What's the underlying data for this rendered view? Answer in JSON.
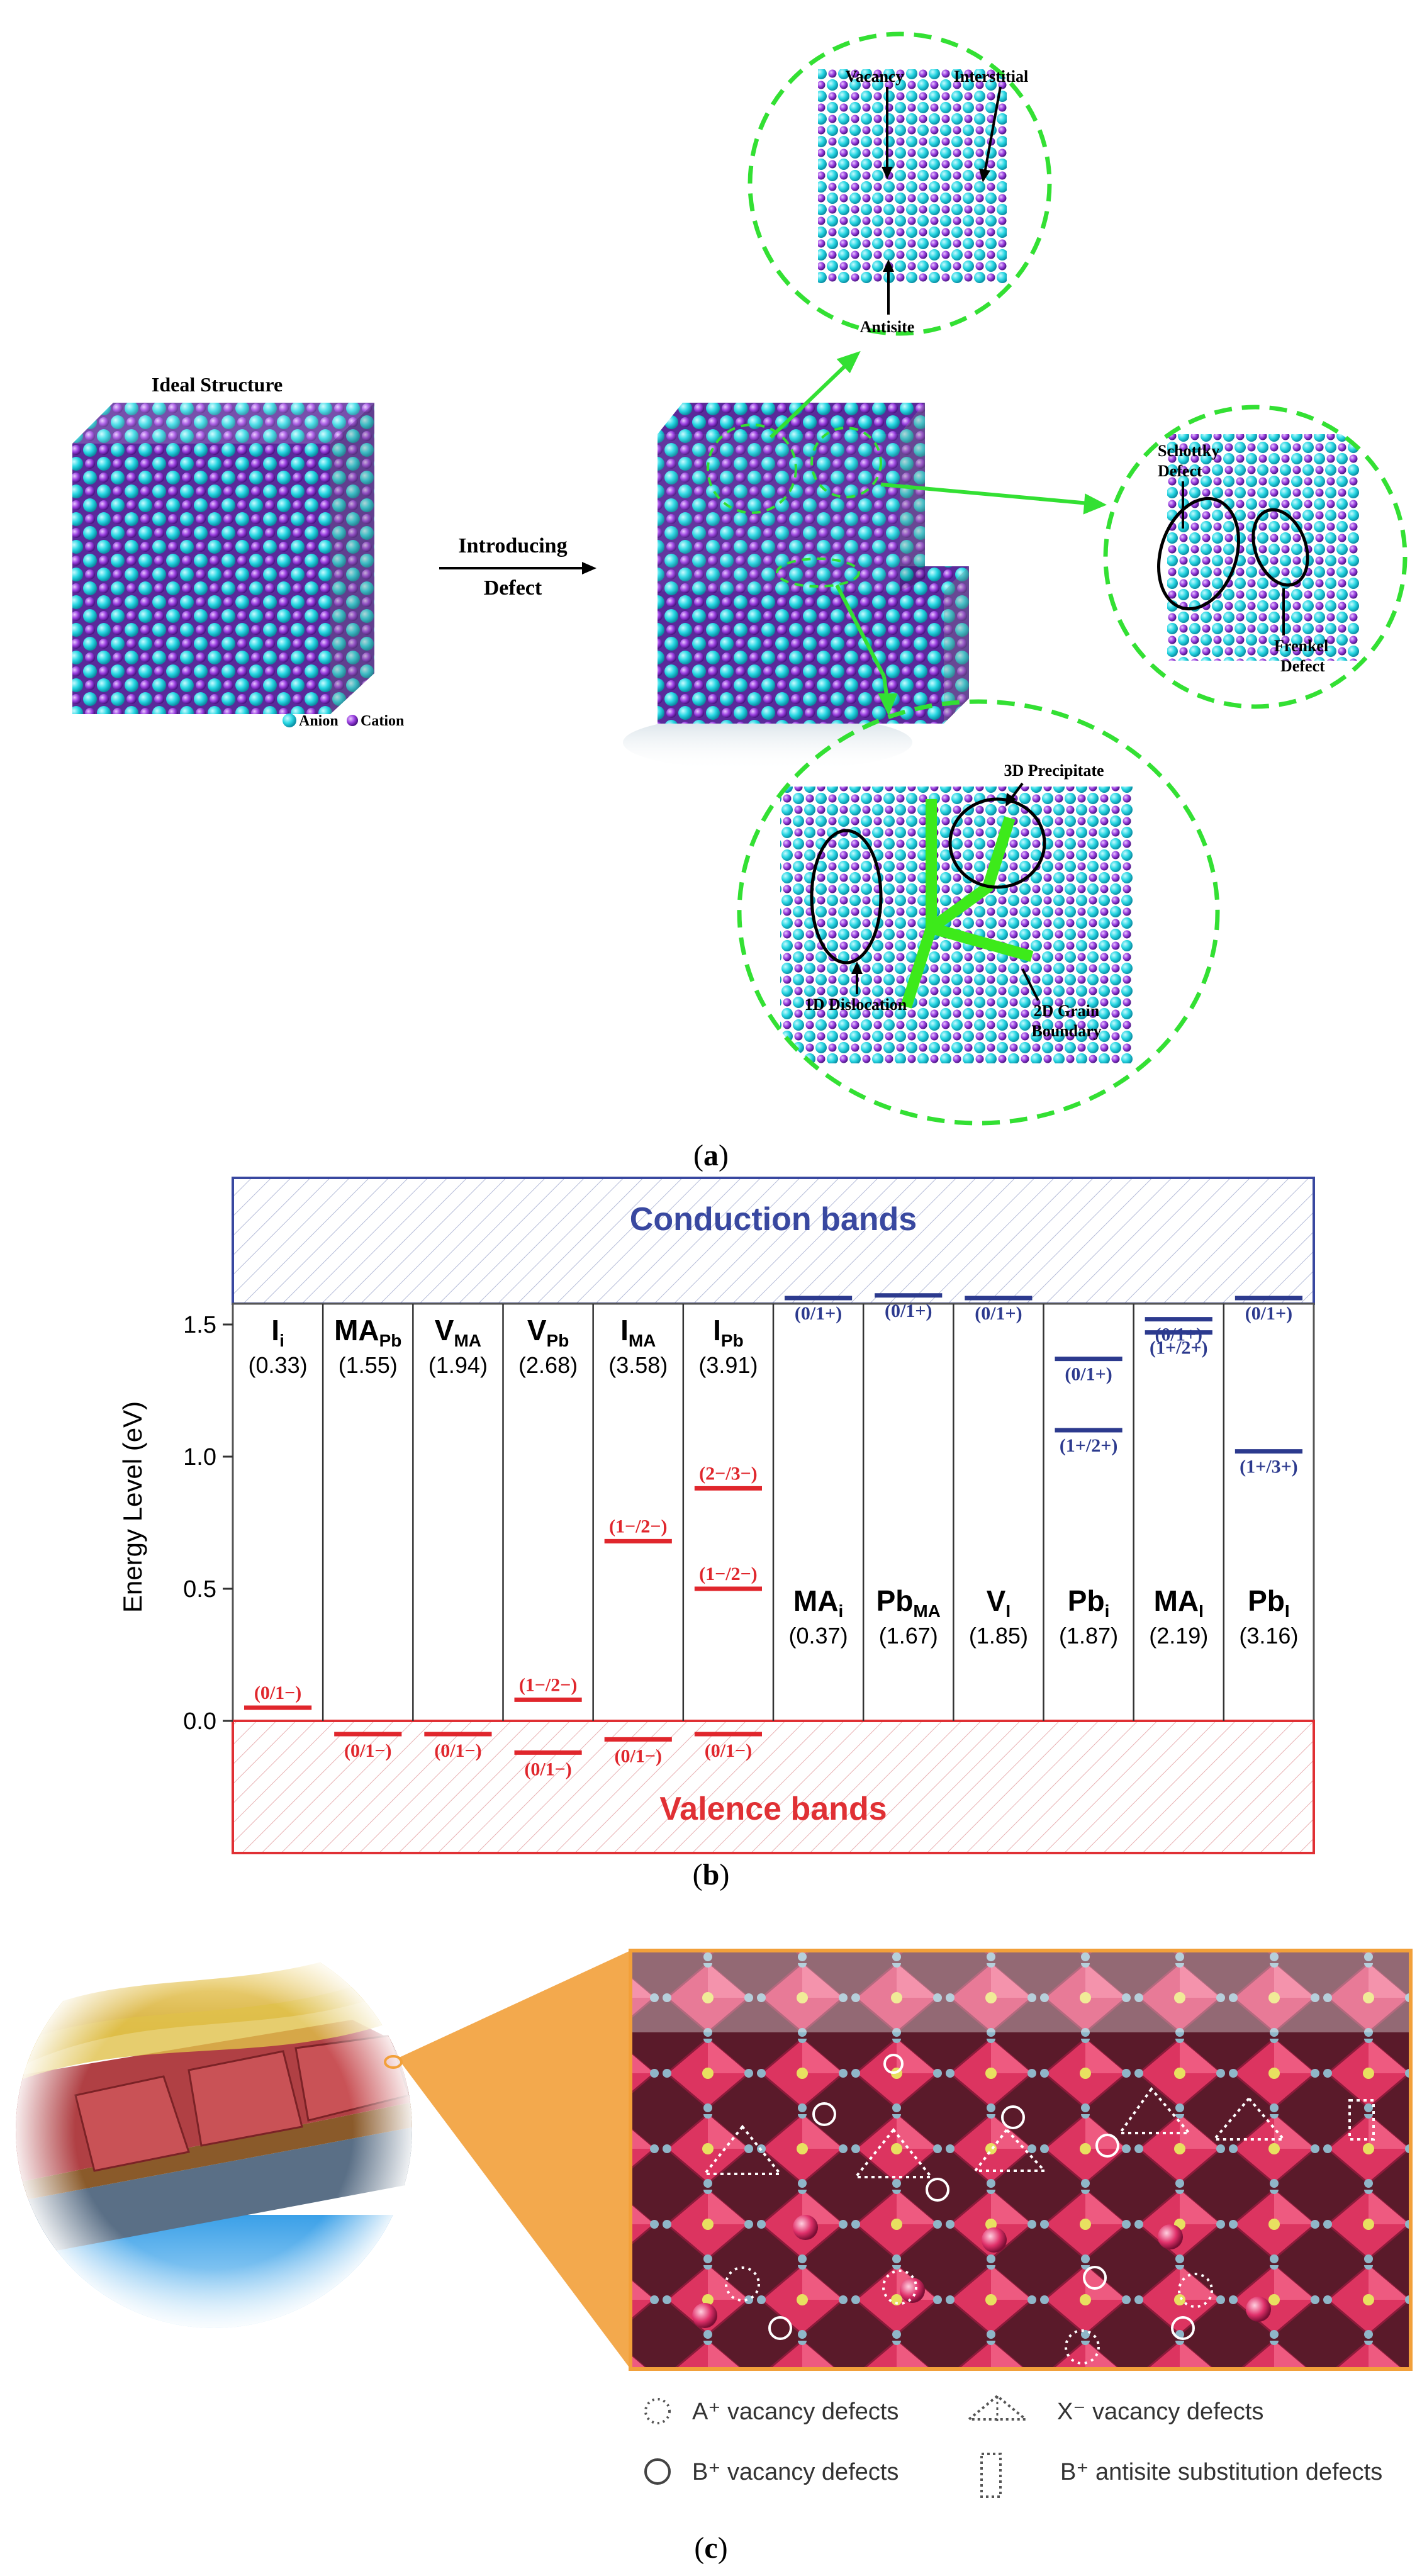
{
  "panel_a": {
    "ideal_title": "Ideal Structure",
    "arrow_label_1": "Introducing",
    "arrow_label_2": "Defect",
    "legend": {
      "anion": "Anion",
      "cation": "Cation"
    },
    "point_defects": {
      "vacancy": "Vacancy",
      "interstitial": "Interstitial",
      "antisite": "Antisite"
    },
    "pair_defects": {
      "schottky_1": "Schottky",
      "schottky_2": "Defect",
      "frenkel_1": "Frenkel",
      "frenkel_2": "Defect"
    },
    "extended_defects": {
      "precipitate": "3D Precipitate",
      "dislocation": "1D Dislocation",
      "grain_1": "2D Grain",
      "grain_2": "Boundary"
    },
    "caption_open": "(",
    "caption_letter": "a",
    "caption_close": ")",
    "colors": {
      "anion": "#1ed8e0",
      "cation": "#9a3fe0",
      "circle": "#33e033",
      "grain": "#3dea1a"
    }
  },
  "panel_b": {
    "conduction_label": "Conduction bands",
    "valence_label": "Valence bands",
    "ylabel": "Energy Level (eV)",
    "yticks": [
      "0.0",
      "0.5",
      "1.0",
      "1.5"
    ],
    "caption_open": "(",
    "caption_letter": "b",
    "caption_close": ")",
    "colors": {
      "acceptor": "#e0262c",
      "donor": "#2c3a8e",
      "conduction": "#3948a0",
      "valence": "#e03034"
    }
  },
  "chart_data": {
    "type": "bar",
    "title": "",
    "ylabel": "Energy Level (eV)",
    "ylim": [
      0,
      1.55
    ],
    "columns": [
      {
        "name": "I",
        "sub": "i",
        "formation_energy": "(0.33)",
        "side": "top",
        "levels": [
          {
            "label": "(0/1−)",
            "value": 0.05,
            "type": "acceptor"
          }
        ]
      },
      {
        "name": "MA",
        "sub": "Pb",
        "formation_energy": "(1.55)",
        "side": "top",
        "levels": [
          {
            "label": "(0/1−)",
            "value": -0.05,
            "type": "acceptor"
          }
        ]
      },
      {
        "name": "V",
        "sub": "MA",
        "formation_energy": "(1.94)",
        "side": "top",
        "levels": [
          {
            "label": "(0/1−)",
            "value": -0.05,
            "type": "acceptor"
          }
        ]
      },
      {
        "name": "V",
        "sub": "Pb",
        "formation_energy": "(2.68)",
        "side": "top",
        "levels": [
          {
            "label": "(1−/2−)",
            "value": 0.08,
            "type": "acceptor"
          },
          {
            "label": "(0/1−)",
            "value": -0.12,
            "type": "acceptor"
          }
        ]
      },
      {
        "name": "I",
        "sub": "MA",
        "formation_energy": "(3.58)",
        "side": "top",
        "levels": [
          {
            "label": "(1−/2−)",
            "value": 0.68,
            "type": "acceptor"
          },
          {
            "label": "(0/1−)",
            "value": -0.07,
            "type": "acceptor"
          }
        ]
      },
      {
        "name": "I",
        "sub": "Pb",
        "formation_energy": "(3.91)",
        "side": "top",
        "levels": [
          {
            "label": "(2−/3−)",
            "value": 0.88,
            "type": "acceptor"
          },
          {
            "label": "(1−/2−)",
            "value": 0.5,
            "type": "acceptor"
          },
          {
            "label": "(0/1−)",
            "value": -0.05,
            "type": "acceptor"
          }
        ]
      },
      {
        "name": "MA",
        "sub": "i",
        "formation_energy": "(0.37)",
        "side": "bottom",
        "levels": [
          {
            "label": "(0/1+)",
            "value": 1.6,
            "type": "donor"
          }
        ]
      },
      {
        "name": "Pb",
        "sub": "MA",
        "formation_energy": "(1.67)",
        "side": "bottom",
        "levels": [
          {
            "label": "(0/1+)",
            "value": 1.61,
            "type": "donor"
          }
        ]
      },
      {
        "name": "V",
        "sub": "I",
        "formation_energy": "(1.85)",
        "side": "bottom",
        "levels": [
          {
            "label": "(0/1+)",
            "value": 1.6,
            "type": "donor"
          }
        ]
      },
      {
        "name": "Pb",
        "sub": "i",
        "formation_energy": "(1.87)",
        "side": "bottom",
        "levels": [
          {
            "label": "(0/1+)",
            "value": 1.37,
            "type": "donor"
          },
          {
            "label": "(1+/2+)",
            "value": 1.1,
            "type": "donor"
          }
        ]
      },
      {
        "name": "MA",
        "sub": "I",
        "formation_energy": "(2.19)",
        "side": "bottom",
        "levels": [
          {
            "label": "(0/1+)",
            "value": 1.52,
            "type": "donor"
          },
          {
            "label": "(1+/2+)",
            "value": 1.47,
            "type": "donor"
          }
        ]
      },
      {
        "name": "Pb",
        "sub": "I",
        "formation_energy": "(3.16)",
        "side": "bottom",
        "levels": [
          {
            "label": "(0/1+)",
            "value": 1.6,
            "type": "donor"
          },
          {
            "label": "(1+/3+)",
            "value": 1.02,
            "type": "donor"
          }
        ]
      }
    ]
  },
  "panel_c": {
    "legend": {
      "a_vacancy": "A⁺ vacancy defects",
      "b_vacancy": "B⁺ vacancy defects",
      "x_vacancy": "X⁻ vacancy defects",
      "b_antisite": "B⁺ antisite substitution defects"
    },
    "caption_open": "(",
    "caption_letter": "c",
    "caption_close": ")",
    "colors": {
      "frame": "#f2a03a",
      "octahedra": "#d8305c",
      "layer_top": "#d9b62e",
      "layer_mid": "#a8363a"
    }
  }
}
